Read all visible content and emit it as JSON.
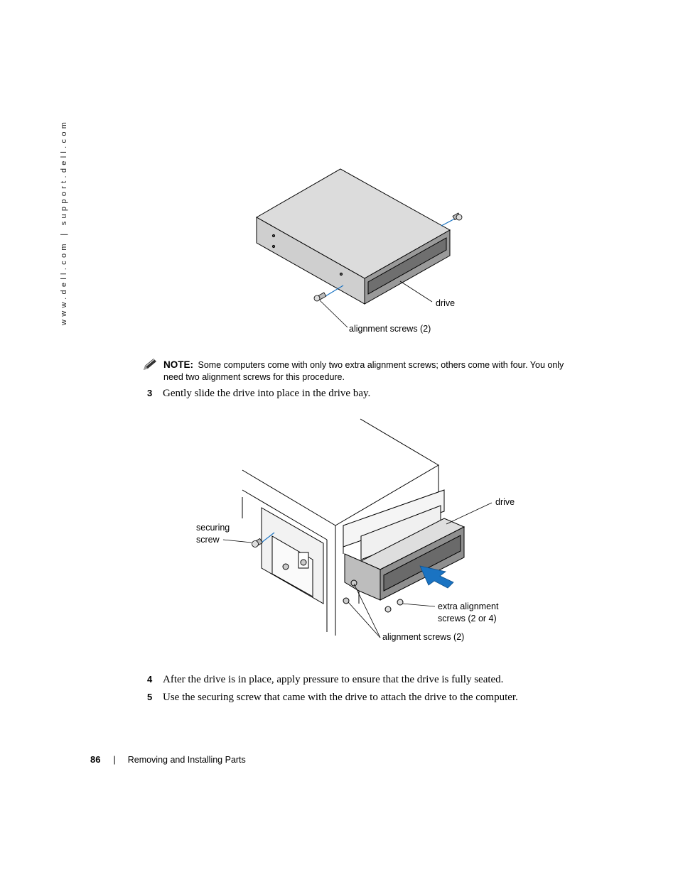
{
  "sidebar": {
    "url": "www.dell.com | support.dell.com"
  },
  "figure1": {
    "labels": {
      "drive": "drive",
      "alignment_screws": "alignment screws (2)"
    }
  },
  "note": {
    "label": "NOTE:",
    "text": "Some computers come with only two extra alignment screws; others come with four. You only need two alignment screws for this procedure."
  },
  "steps": [
    {
      "num": "3",
      "text": "Gently slide the drive into place in the drive bay."
    },
    {
      "num": "4",
      "text": "After the drive is in place, apply pressure to ensure that the drive is fully seated."
    },
    {
      "num": "5",
      "text": "Use the securing screw that came with the drive to attach the drive to the computer."
    }
  ],
  "figure2": {
    "labels": {
      "drive": "drive",
      "securing_line1": "securing",
      "securing_line2": "screw",
      "extra_line1": "extra alignment",
      "extra_line2": "screws (2 or 4)",
      "alignment_screws": "alignment screws (2)"
    }
  },
  "footer": {
    "page_number": "86",
    "separator": "|",
    "section": "Removing and Installing Parts"
  },
  "colors": {
    "accent_blue": "#1a73c2",
    "drive_gray": "#d9d9d9",
    "face_gray": "#8a8a8a"
  }
}
